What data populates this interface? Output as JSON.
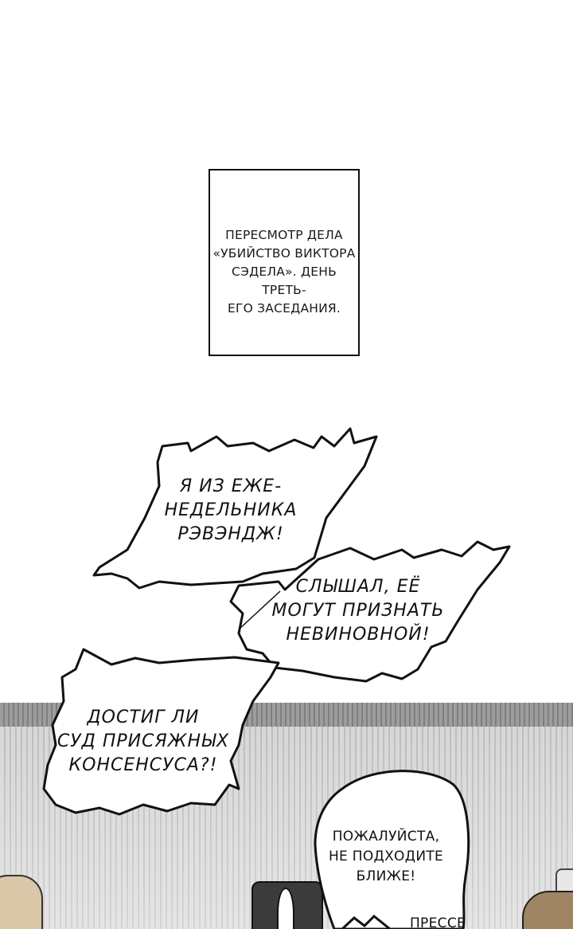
{
  "caption": {
    "lines": [
      "ПЕРЕСМОТР ДЕЛА",
      "«УБИЙСТВО ВИКТОРА",
      "СЭДЕЛА». ДЕНЬ ТРЕТЬ-",
      "ЕГО ЗАСЕДАНИЯ."
    ]
  },
  "bubbles": [
    {
      "lines": [
        "Я ИЗ ЕЖЕ-",
        "НЕДЕЛЬНИКА",
        "РЭВЭНДЖ!"
      ]
    },
    {
      "lines": [
        "СЛЫШАЛ, ЕЁ",
        "МОГУТ ПРИЗНАТЬ",
        "НЕВИНОВНОЙ!"
      ]
    },
    {
      "lines": [
        "ДОСТИГ ЛИ",
        "СУД ПРИСЯЖНЫХ",
        "КОНСЕНСУСА?!"
      ]
    },
    {
      "lines": [
        "ПОЖАЛУЙСТА,",
        "НЕ ПОДХОДИТЕ",
        "БЛИЖЕ!"
      ]
    },
    {
      "lines": [
        "ПРЕССЕ"
      ]
    }
  ],
  "colors": {
    "ink": "#111111",
    "paper": "#ffffff",
    "background_panel": "#d7d7d7"
  }
}
